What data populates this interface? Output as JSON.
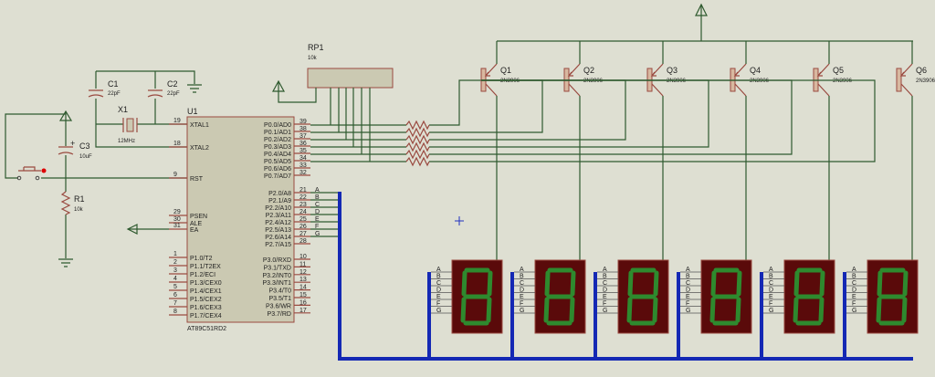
{
  "colors": {
    "background": "#dedfd2",
    "wire": "#2f5a2f",
    "component": "#9a4a40",
    "bus": "#1428b4",
    "chip_fill": "#cbc9b2",
    "display_bg": "#5a0a0a",
    "segment": "#2e8a2e"
  },
  "u1": {
    "ref": "U1",
    "part": "AT89C51RD2",
    "left_pins": [
      {
        "num": "19",
        "name": "XTAL1"
      },
      {
        "num": "18",
        "name": "XTAL2"
      },
      {
        "num": "9",
        "name": "RST"
      },
      {
        "num": "29",
        "name": "PSEN"
      },
      {
        "num": "30",
        "name": "ALE"
      },
      {
        "num": "31",
        "name": "EA"
      },
      {
        "num": "1",
        "name": "P1.0/T2"
      },
      {
        "num": "2",
        "name": "P1.1/T2EX"
      },
      {
        "num": "3",
        "name": "P1.2/ECI"
      },
      {
        "num": "4",
        "name": "P1.3/CEX0"
      },
      {
        "num": "5",
        "name": "P1.4/CEX1"
      },
      {
        "num": "6",
        "name": "P1.5/CEX2"
      },
      {
        "num": "7",
        "name": "P1.6/CEX3"
      },
      {
        "num": "8",
        "name": "P1.7/CEX4"
      }
    ],
    "right_pins": [
      {
        "num": "39",
        "name": "P0.0/AD0"
      },
      {
        "num": "38",
        "name": "P0.1/AD1"
      },
      {
        "num": "37",
        "name": "P0.2/AD2"
      },
      {
        "num": "36",
        "name": "P0.3/AD3"
      },
      {
        "num": "35",
        "name": "P0.4/AD4"
      },
      {
        "num": "34",
        "name": "P0.5/AD5"
      },
      {
        "num": "33",
        "name": "P0.6/AD6"
      },
      {
        "num": "32",
        "name": "P0.7/AD7"
      },
      {
        "num": "21",
        "name": "P2.0/A8"
      },
      {
        "num": "22",
        "name": "P2.1/A9"
      },
      {
        "num": "23",
        "name": "P2.2/A10"
      },
      {
        "num": "24",
        "name": "P2.3/A11"
      },
      {
        "num": "25",
        "name": "P2.4/A12"
      },
      {
        "num": "26",
        "name": "P2.5/A13"
      },
      {
        "num": "27",
        "name": "P2.6/A14"
      },
      {
        "num": "28",
        "name": "P2.7/A15"
      },
      {
        "num": "10",
        "name": "P3.0/RXD"
      },
      {
        "num": "11",
        "name": "P3.1/TXD"
      },
      {
        "num": "12",
        "name": "P3.2/INT0"
      },
      {
        "num": "13",
        "name": "P3.3/INT1"
      },
      {
        "num": "14",
        "name": "P3.4/T0"
      },
      {
        "num": "15",
        "name": "P3.5/T1"
      },
      {
        "num": "16",
        "name": "P3.6/WR"
      },
      {
        "num": "17",
        "name": "P3.7/RD"
      }
    ]
  },
  "components": {
    "c1": {
      "ref": "C1",
      "value": "22pF"
    },
    "c2": {
      "ref": "C2",
      "value": "22pF"
    },
    "c3": {
      "ref": "C3",
      "value": "10uF"
    },
    "x1": {
      "ref": "X1",
      "value": "12MHz"
    },
    "r1": {
      "ref": "R1",
      "value": "10k"
    },
    "rp1": {
      "ref": "RP1",
      "value": "10k"
    }
  },
  "segment_labels": [
    "A",
    "B",
    "C",
    "D",
    "E",
    "F",
    "G"
  ],
  "transistors": [
    {
      "ref": "Q1",
      "part": "2N3906"
    },
    {
      "ref": "Q2",
      "part": "2N3906"
    },
    {
      "ref": "Q3",
      "part": "2N3906"
    },
    {
      "ref": "Q4",
      "part": "2N3906"
    },
    {
      "ref": "Q5",
      "part": "2N3906"
    },
    {
      "ref": "Q6",
      "part": "2N3906"
    }
  ],
  "displays": [
    {
      "digit": "8"
    },
    {
      "digit": "8"
    },
    {
      "digit": "8"
    },
    {
      "digit": "8"
    },
    {
      "digit": "8"
    },
    {
      "digit": "8"
    }
  ]
}
